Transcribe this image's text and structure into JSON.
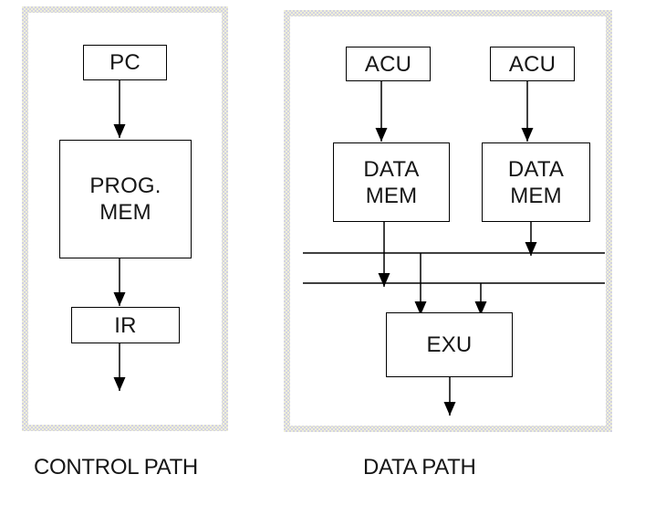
{
  "diagram": {
    "panels": {
      "control": {
        "caption": "CONTROL PATH",
        "boxes": {
          "pc": "PC",
          "prog_mem": "PROG.\nMEM",
          "ir": "IR"
        }
      },
      "data": {
        "caption": "DATA PATH",
        "boxes": {
          "acu_left": "ACU",
          "acu_right": "ACU",
          "data_mem_left": "DATA\nMEM",
          "data_mem_right": "DATA\nMEM",
          "exu": "EXU"
        },
        "buses": [
          "bus-1",
          "bus-2"
        ]
      }
    },
    "connections": [
      {
        "from": "PC",
        "to": "PROG. MEM"
      },
      {
        "from": "PROG. MEM",
        "to": "IR"
      },
      {
        "from": "IR",
        "to": "output"
      },
      {
        "from": "ACU (left)",
        "to": "DATA MEM (left)"
      },
      {
        "from": "ACU (right)",
        "to": "DATA MEM (right)"
      },
      {
        "from": "DATA MEM (left)",
        "to": "bus-2"
      },
      {
        "from": "DATA MEM (right)",
        "to": "bus-1"
      },
      {
        "from": "bus-1",
        "to": "EXU"
      },
      {
        "from": "bus-2",
        "to": "EXU"
      },
      {
        "from": "EXU",
        "to": "output"
      }
    ],
    "colors": {
      "line": "#000000",
      "text": "#161616",
      "panel_dither_light": "#d2d2e4",
      "panel_dither_accent": "#efefd6",
      "background": "#ffffff"
    }
  }
}
